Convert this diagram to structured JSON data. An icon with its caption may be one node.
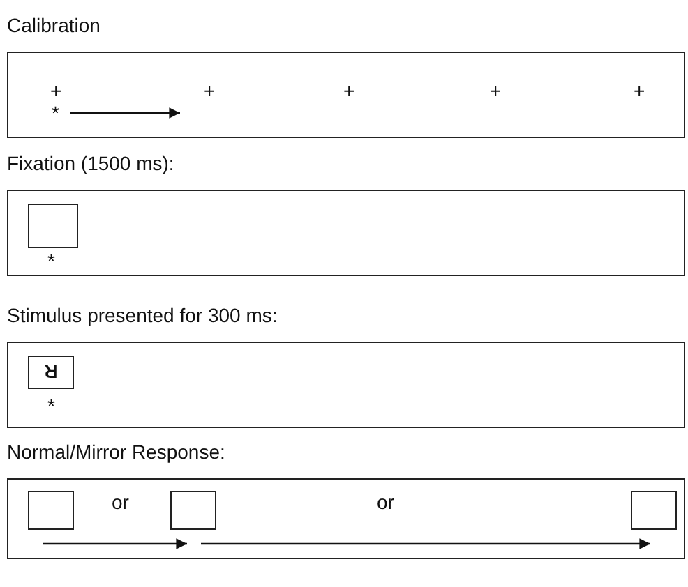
{
  "diagram": {
    "nodes": [
      {
        "text": [
          "Calibration"
        ]
      },
      {
        "text": [
          "Fixation (1500 ms):"
        ]
      },
      {
        "text": [],
        "shape": "box",
        "in": 1
      },
      {
        "text": [
          "Stimulus presented for 300 ms:"
        ]
      },
      {
        "text": [
          "R"
        ],
        "in": 3
      },
      {
        "text": [
          "Normal/Mirror Response:"
        ]
      },
      {
        "text": [],
        "shape": "box",
        "in": 5
      },
      {
        "text": [],
        "shape": "box",
        "in": 5
      },
      {
        "text": [],
        "shape": "box",
        "in": 5
      }
    ],
    "edges": [],
    "labels": [
      "+",
      "+",
      "+",
      "+",
      "+",
      "*",
      "*",
      "*",
      "or",
      "or"
    ]
  }
}
